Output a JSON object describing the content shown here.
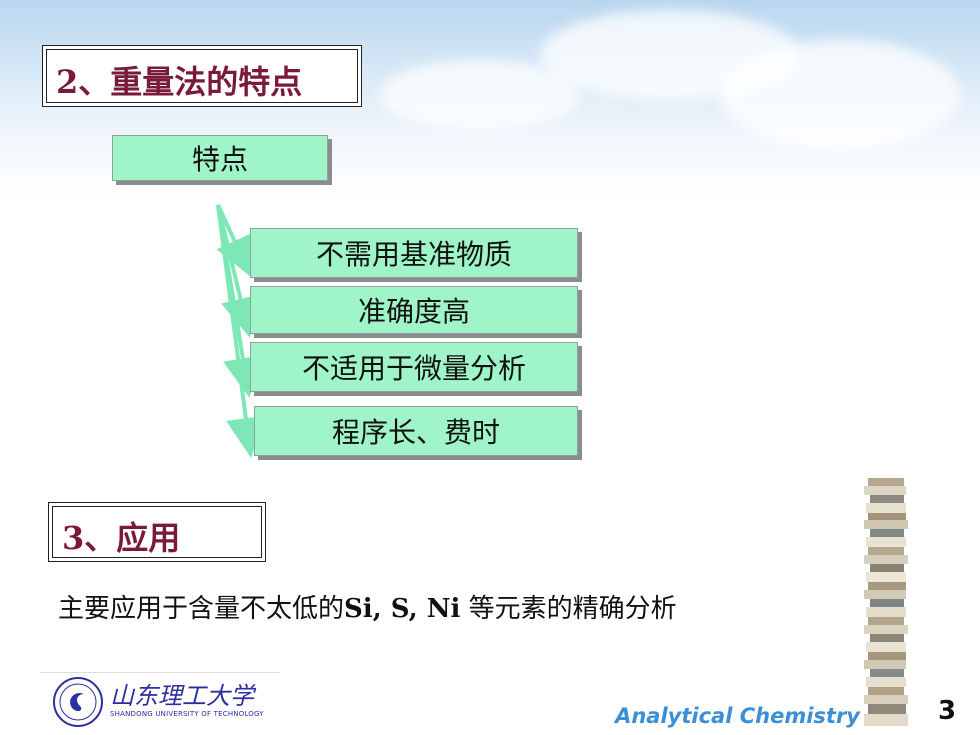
{
  "slide": {
    "section2_heading": "2、重量法的特点",
    "root_label": "特点",
    "items": [
      {
        "label": "不需用基准物质"
      },
      {
        "label": "准确度高"
      },
      {
        "label": "不适用于微量分析"
      },
      {
        "label": "程序长、费时"
      }
    ],
    "section3_heading": "3、应用",
    "application_text_a": "主要应用于含量不太低的",
    "application_elements": "Si, S, Ni",
    "application_text_b": " 等元素的精确分析"
  },
  "footer": {
    "university_name": "山东理工大学",
    "university_english": "SHANDONG UNIVERSITY OF TECHNOLOGY",
    "course_title": "Analytical Chemistry",
    "page_number": "3"
  },
  "colors": {
    "box_fill": "#9ff5c8",
    "heading_text": "#7a1a3a",
    "arrow": "#7de8b5",
    "footer_title": "#3b8fd6",
    "logo": "#2b2fa0"
  }
}
